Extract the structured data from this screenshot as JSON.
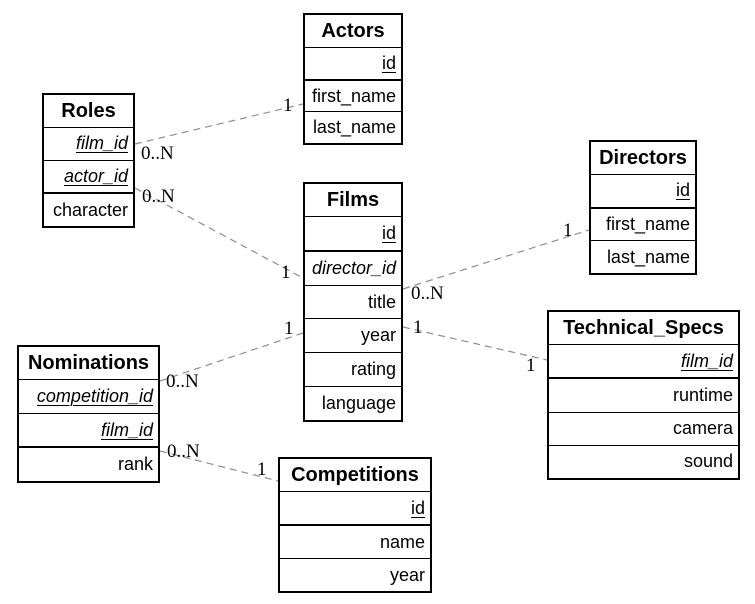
{
  "diagram": {
    "type": "entity-relationship",
    "colors": {
      "background": "#ffffff",
      "table_border": "#000000",
      "relationship_line": "#8e8e8e",
      "text": "#000000"
    }
  },
  "tables": {
    "actors": {
      "title": "Actors",
      "fields": [
        {
          "name": "id",
          "key": "PK"
        },
        {
          "name": "first_name",
          "key": ""
        },
        {
          "name": "last_name",
          "key": ""
        }
      ]
    },
    "roles": {
      "title": "Roles",
      "fields": [
        {
          "name": "film_id",
          "key": "PK,FK"
        },
        {
          "name": "actor_id",
          "key": "PK,FK"
        },
        {
          "name": "character",
          "key": ""
        }
      ]
    },
    "films": {
      "title": "Films",
      "fields": [
        {
          "name": "id",
          "key": "PK"
        },
        {
          "name": "director_id",
          "key": "FK"
        },
        {
          "name": "title",
          "key": ""
        },
        {
          "name": "year",
          "key": ""
        },
        {
          "name": "rating",
          "key": ""
        },
        {
          "name": "language",
          "key": ""
        }
      ]
    },
    "directors": {
      "title": "Directors",
      "fields": [
        {
          "name": "id",
          "key": "PK"
        },
        {
          "name": "first_name",
          "key": ""
        },
        {
          "name": "last_name",
          "key": ""
        }
      ]
    },
    "technical_specs": {
      "title": "Technical_Specs",
      "fields": [
        {
          "name": "film_id",
          "key": "PK,FK"
        },
        {
          "name": "runtime",
          "key": ""
        },
        {
          "name": "camera",
          "key": ""
        },
        {
          "name": "sound",
          "key": ""
        }
      ]
    },
    "nominations": {
      "title": "Nominations",
      "fields": [
        {
          "name": "competition_id",
          "key": "PK,FK"
        },
        {
          "name": "film_id",
          "key": "PK,FK"
        },
        {
          "name": "rank",
          "key": ""
        }
      ]
    },
    "competitions": {
      "title": "Competitions",
      "fields": [
        {
          "name": "id",
          "key": "PK"
        },
        {
          "name": "name",
          "key": ""
        },
        {
          "name": "year",
          "key": ""
        }
      ]
    }
  },
  "relationships": [
    {
      "from": "Roles",
      "to": "Actors",
      "from_card": "0..N",
      "to_card": "1"
    },
    {
      "from": "Roles",
      "to": "Films",
      "from_card": "0..N",
      "to_card": "1"
    },
    {
      "from": "Films",
      "to": "Directors",
      "from_card": "0..N",
      "to_card": "1"
    },
    {
      "from": "Films",
      "to": "Technical_Specs",
      "from_card": "1",
      "to_card": "1"
    },
    {
      "from": "Nominations",
      "to": "Films",
      "from_card": "0..N",
      "to_card": "1"
    },
    {
      "from": "Nominations",
      "to": "Competitions",
      "from_card": "0..N",
      "to_card": "1"
    }
  ]
}
